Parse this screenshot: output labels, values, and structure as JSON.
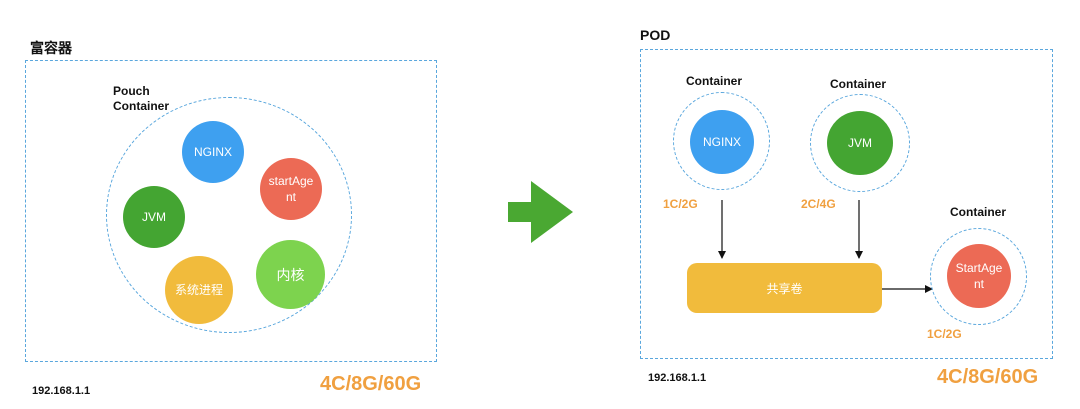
{
  "left": {
    "title": "富容器",
    "container_label_line1": "Pouch",
    "container_label_line2": "Container",
    "processes": [
      "NGINX",
      "startAgent",
      "JVM",
      "内核",
      "系统进程"
    ],
    "ip": "192.168.1.1",
    "spec": "4C/8G/60G"
  },
  "right": {
    "title": "POD",
    "containers": [
      {
        "label": "Container",
        "name": "NGINX",
        "resource": "1C/2G"
      },
      {
        "label": "Container",
        "name": "JVM",
        "resource": "2C/4G"
      },
      {
        "label": "Container",
        "name": "StartAgent",
        "resource": "1C/2G"
      }
    ],
    "shared_volume": "共享卷",
    "ip": "192.168.1.1",
    "spec": "4C/8G/60G"
  },
  "colors": {
    "dashed_border": "#5aa7dd",
    "spec_orange": "#f0a040",
    "arrow_green": "#4aa832",
    "blue": "#3ea0f0",
    "green": "#44a532",
    "red": "#ec6a55",
    "yellow": "#f1bb3c",
    "light_green": "#7dd34e"
  }
}
